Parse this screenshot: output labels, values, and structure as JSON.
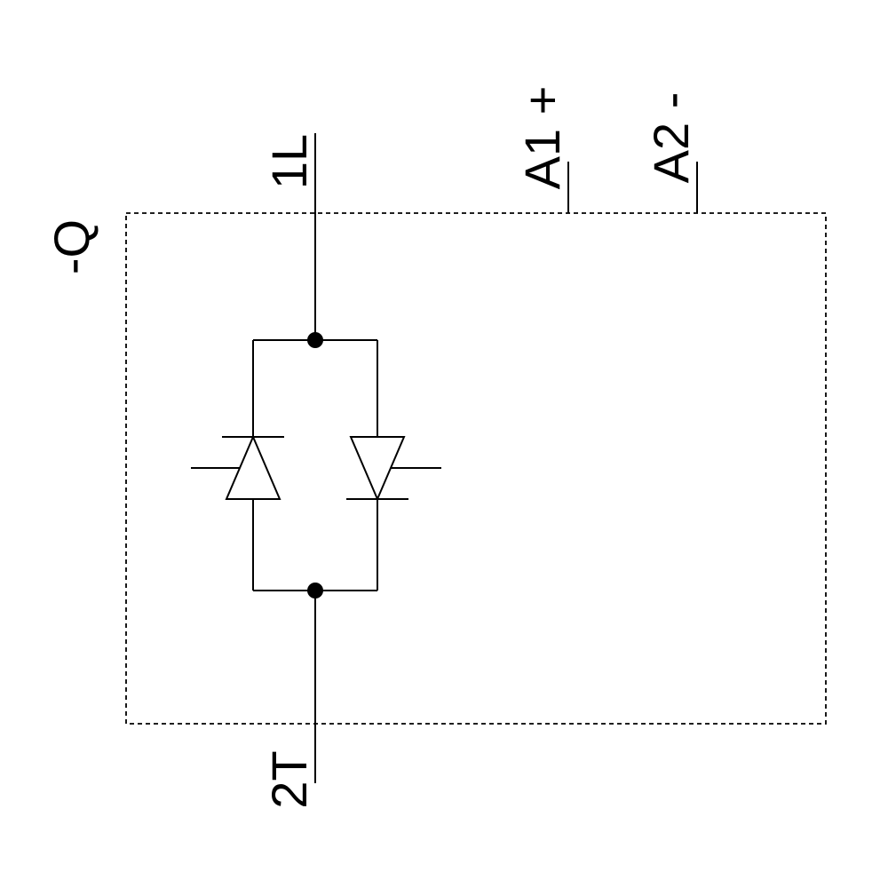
{
  "page": {
    "background": "#ffffff"
  },
  "schematic": {
    "stroke_color": "#000000",
    "labels": {
      "device_designation": "-Q",
      "load_in_terminal": "1L",
      "load_out_terminal": "2T",
      "control_positive_terminal": "A1 +",
      "control_negative_terminal": "A2 -"
    }
  }
}
